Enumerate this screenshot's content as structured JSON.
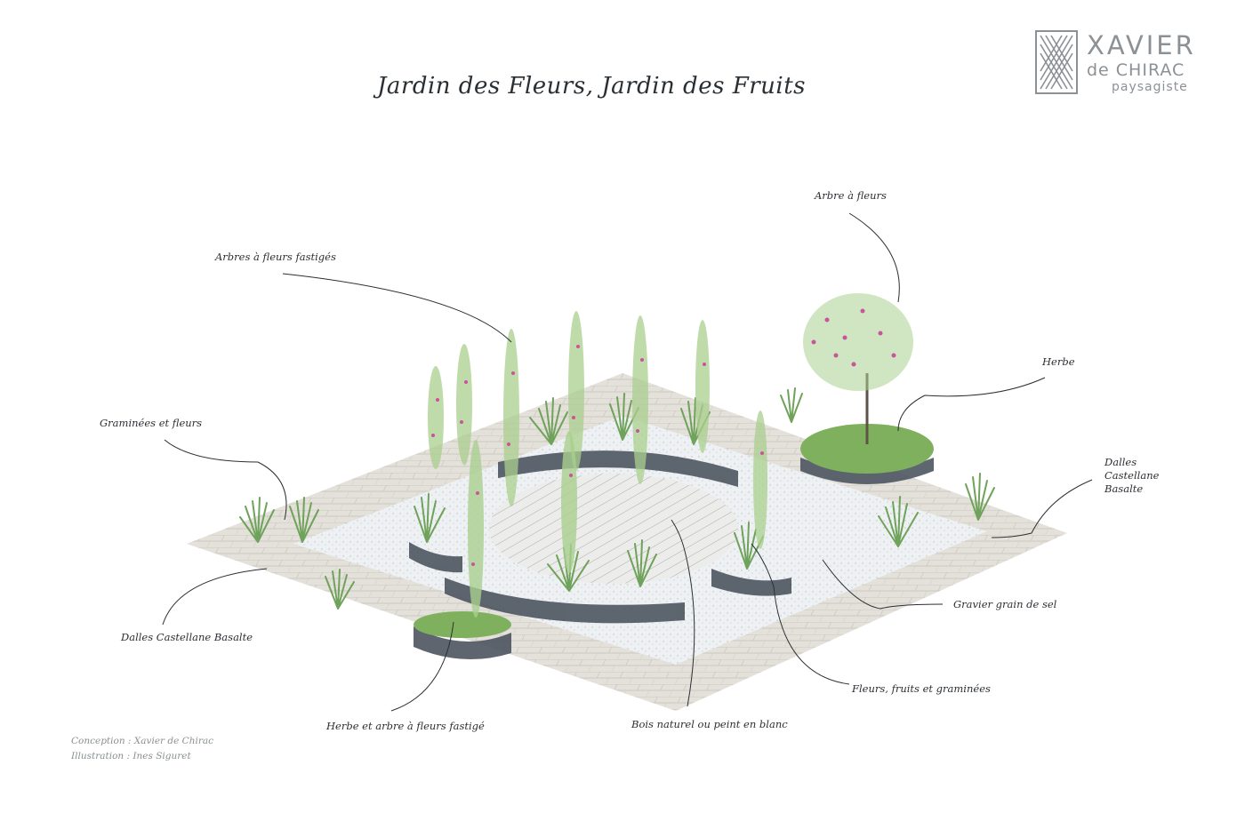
{
  "page": {
    "title": "Jardin des Fleurs, Jardin des Fruits"
  },
  "brand": {
    "name_line1": "XAVIER",
    "name_line2": "de CHIRAC",
    "name_line3": "paysagiste",
    "color": "#8c9196"
  },
  "labels": {
    "arbre_a_fleurs": "Arbre à fleurs",
    "arbres_fastiges": "Arbres à fleurs fastigés",
    "herbe": "Herbe",
    "graminees_fleurs": "Graminées et fleurs",
    "dalles_right": "Dalles Castellane Basalte",
    "gravier": "Gravier grain de sel",
    "fleurs_fruits": "Fleurs, fruits et graminées",
    "dalles_left": "Dalles Castellane Basalte",
    "herbe_arbre": "Herbe et arbre à fleurs fastigé",
    "bois": "Bois naturel ou peint en blanc"
  },
  "credits": {
    "conception": "Conception : Xavier de Chirac",
    "illustration": "Illustration : Ines Siguret"
  },
  "palette": {
    "foliage": "#6fa25a",
    "foliage_light": "#a9cf8e",
    "blossom": "#c9549a",
    "basalt": "#4d5560",
    "paving": "#dcd8d0",
    "gravel": "#eef1f4",
    "leader_line": "#2b2f33"
  }
}
